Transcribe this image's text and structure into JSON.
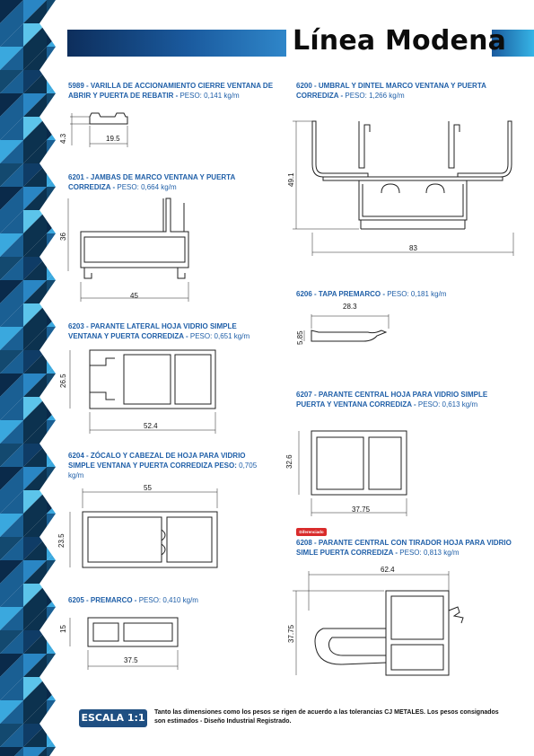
{
  "header": {
    "title": "Línea Modena"
  },
  "profiles": [
    {
      "code_title": "5989 - VARILLA DE ACCIONAMIENTO CIERRE VENTANA DE ABRIR Y PUERTA DE REBATIR - ",
      "weight_label": "PESO:",
      "weight_value": "0,141 kg/m",
      "dims": [
        "4.3",
        "19.5"
      ]
    },
    {
      "code_title": "6200 - UMBRAL Y DINTEL MARCO VENTANA Y PUERTA CORREDIZA - ",
      "weight_label": "PESO:",
      "weight_value": "1,266 kg/m",
      "dims": [
        "49.1",
        "83"
      ]
    },
    {
      "code_title": "6201 - JAMBAS DE MARCO VENTANA Y PUERTA CORREDIZA - ",
      "weight_label": "PESO:",
      "weight_value": "0,664 kg/m",
      "dims": [
        "36",
        "45"
      ]
    },
    {
      "code_title": "6206 - TAPA PREMARCO - ",
      "weight_label": "PESO:",
      "weight_value": "0,181 kg/m",
      "dims": [
        "28.3",
        "5.85"
      ]
    },
    {
      "code_title": "6203 - PARANTE LATERAL HOJA VIDRIO SIMPLE VENTANA Y PUERTA CORREDIZA - ",
      "weight_label": "PESO:",
      "weight_value": "0,651 kg/m",
      "dims": [
        "26.5",
        "52.4"
      ]
    },
    {
      "code_title": "6207 - PARANTE CENTRAL HOJA PARA VIDRIO SIMPLE PUERTA Y VENTANA CORREDIZA - ",
      "weight_label": "PESO:",
      "weight_value": "0,613 kg/m",
      "dims": [
        "32.6",
        "37.75"
      ]
    },
    {
      "code_title": "6204 - ZÓCALO Y CABEZAL DE HOJA PARA VIDRIO SIMPLE VENTANA Y PUERTA CORREDIZA ",
      "weight_label": "PESO:",
      "weight_value": "0,705 kg/m",
      "dims": [
        "55",
        "23.5"
      ]
    },
    {
      "code_title": "6208 - PARANTE CENTRAL CON TIRADOR HOJA PARA VIDRIO SIMLE PUERTA CORREDIZA - ",
      "weight_label": "PESO:",
      "weight_value": "0,813 kg/m",
      "dims": [
        "62.4",
        "37.75"
      ],
      "badge": "Diferenciado"
    },
    {
      "code_title": "6205 - PREMARCO - ",
      "weight_label": "PESO:",
      "weight_value": "0,410 kg/m",
      "dims": [
        "15",
        "37.5"
      ]
    }
  ],
  "footer": {
    "scale_label": "ESCALA 1:1",
    "note": "Tanto las dimensiones como los pesos se rigen de acuerdo a las tolerancias CJ METALES. Los pesos consignados son estimados - Diseño Industrial Registrado."
  },
  "colors": {
    "accent": "#1f5fa8",
    "dark_navy": "#0d2e5c",
    "cyan": "#36b5e6"
  }
}
